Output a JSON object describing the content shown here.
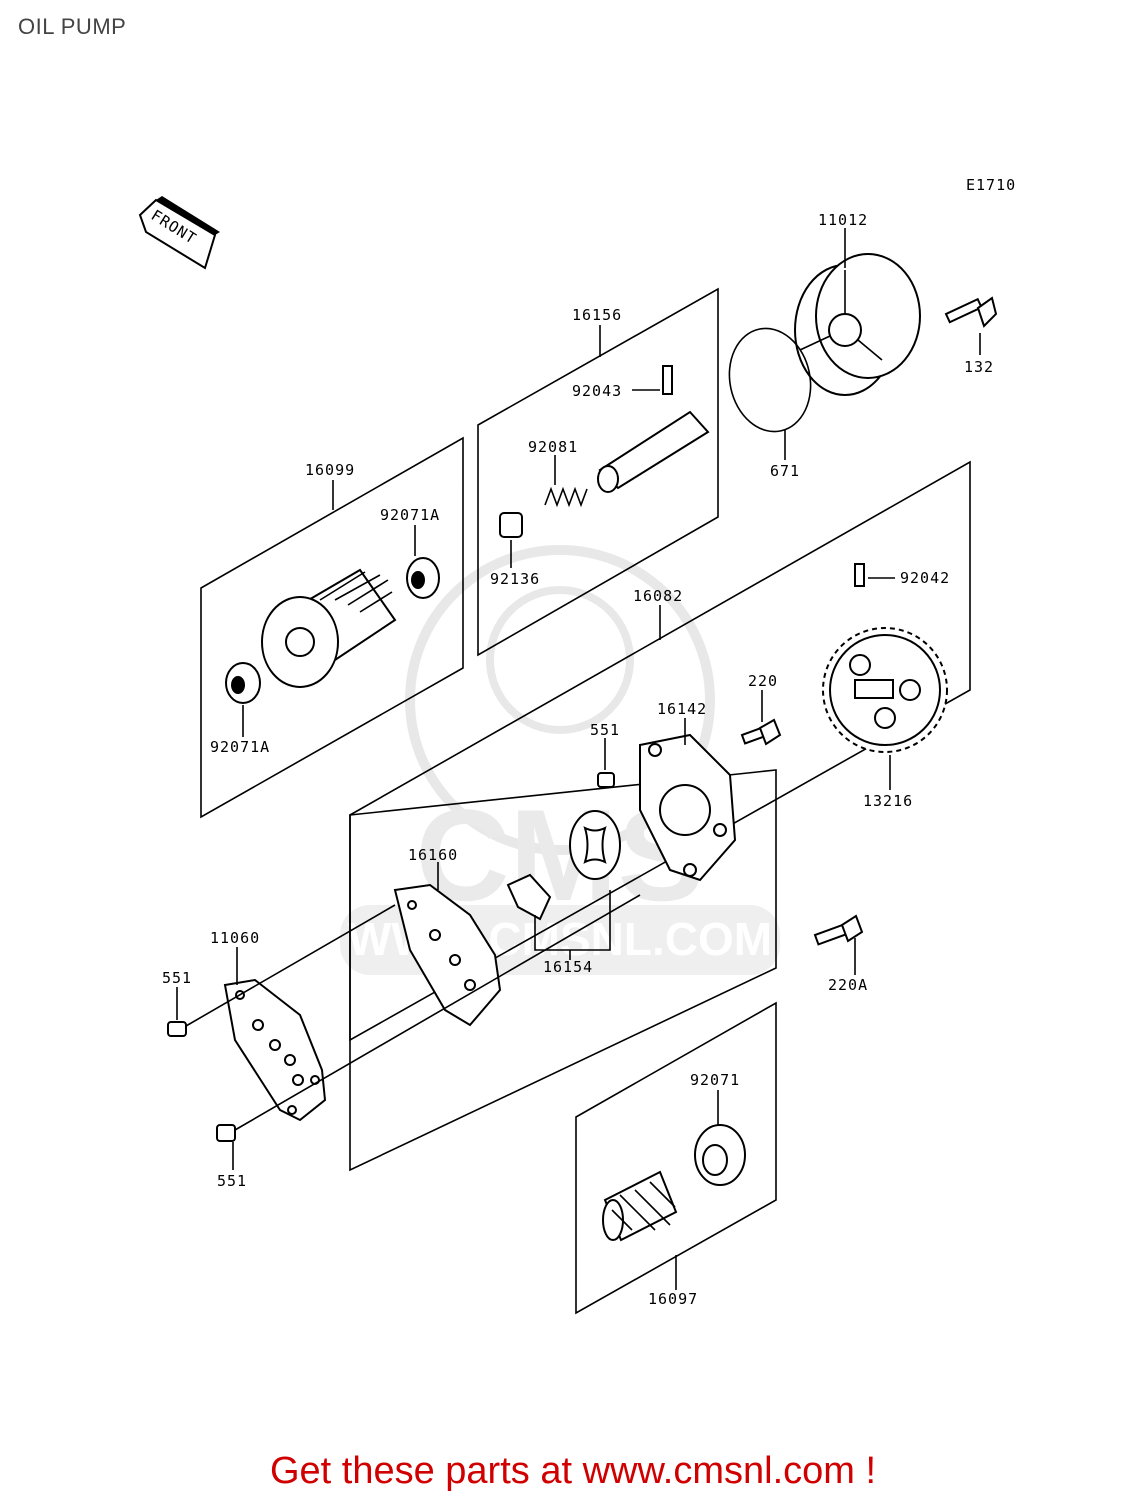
{
  "title": "OIL PUMP",
  "diagram_code": "E1710",
  "front_label": "FRONT",
  "watermark": {
    "brand": "CMS",
    "url": "WWW.CMSNL.COM"
  },
  "promo": "Get these parts at www.cmsnl.com !",
  "parts": {
    "p11012": "11012",
    "p132": "132",
    "p671": "671",
    "p16156": "16156",
    "p92043": "92043",
    "p92081": "92081",
    "p92136": "92136",
    "p16099": "16099",
    "p92071A_top": "92071A",
    "p92071A_bot": "92071A",
    "p16082": "16082",
    "p92042": "92042",
    "p220": "220",
    "p16142": "16142",
    "p551_top": "551",
    "p13216": "13216",
    "p16160": "16160",
    "p11060": "11060",
    "p551_left": "551",
    "p551_bot": "551",
    "p16154": "16154",
    "p220A": "220A",
    "p92071": "92071",
    "p16097": "16097"
  }
}
